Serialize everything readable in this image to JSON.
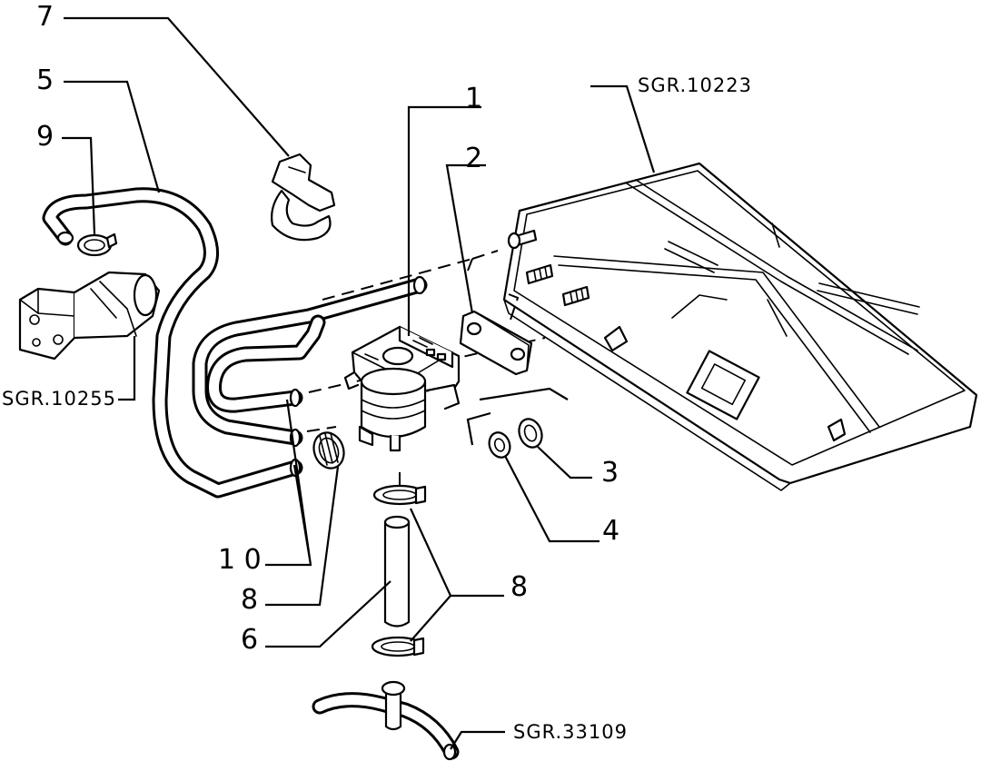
{
  "labels": {
    "part_1": "1",
    "part_2": "2",
    "part_3": "3",
    "part_4": "4",
    "part_5": "5",
    "part_6": "6",
    "part_7": "7",
    "part_8_left": "8",
    "part_8_right": "8",
    "part_9": "9",
    "part_10": "1 0"
  },
  "references": {
    "sgr_10223": "SGR.10223",
    "sgr_10255": "SGR.10255",
    "sgr_33109": "SGR.33109"
  },
  "colors": {
    "line": "#000000",
    "background": "#ffffff"
  }
}
